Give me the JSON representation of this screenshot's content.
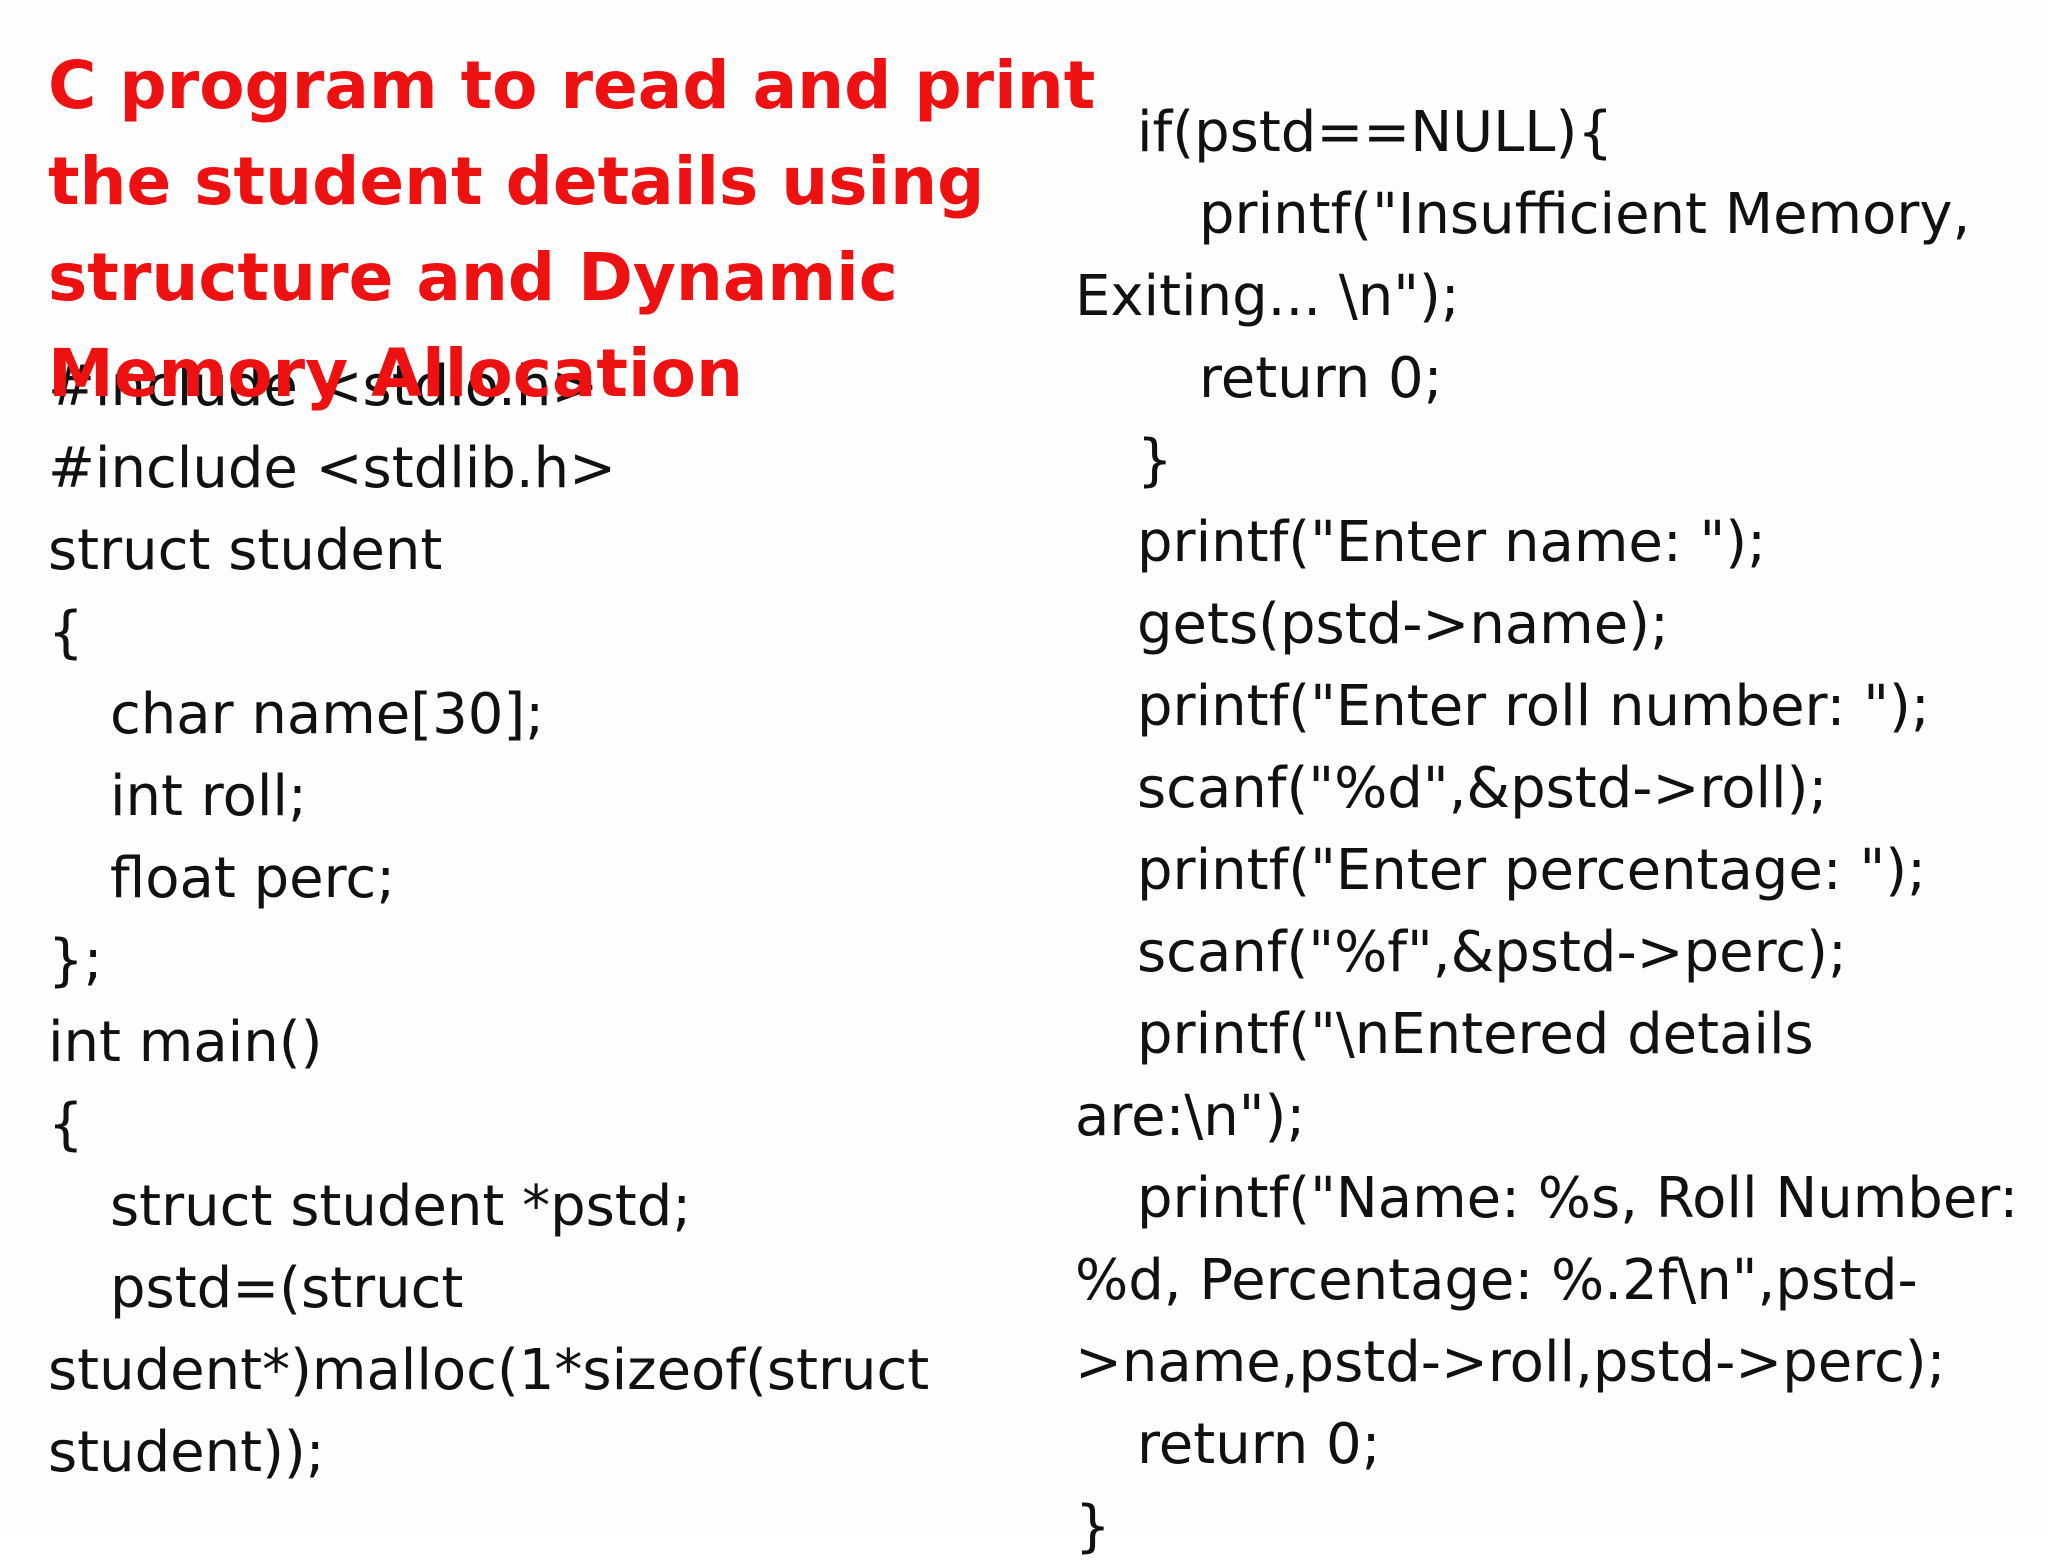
{
  "slide": {
    "title_lines": [
      "C program to read and print",
      "the student details using",
      "structure and Dynamic",
      "Memory Allocation"
    ],
    "left_code": [
      "#include <stdio.h>",
      "#include <stdlib.h>",
      "struct student",
      "{",
      "char name[30];",
      "int roll;",
      "float perc;",
      "};",
      "int main()",
      "{",
      "struct student *pstd;",
      "pstd=(struct",
      "student*)malloc(1*sizeof(struct",
      "student));"
    ],
    "right_code": [
      "if(pstd==NULL){",
      "printf(\"Insufficient Memory,",
      "Exiting... \\n\");",
      "return 0;",
      "}",
      "printf(\"Enter name: \");",
      "gets(pstd->name);",
      "printf(\"Enter roll number: \");",
      "scanf(\"%d\",&pstd->roll);",
      "printf(\"Enter percentage: \");",
      "scanf(\"%f\",&pstd->perc);",
      "printf(\"\\nEntered details",
      "are:\\n\");",
      "printf(\"Name: %s, Roll Number:",
      "%d, Percentage: %.2f\\n\",pstd-",
      ">name,pstd->roll,pstd->perc);",
      "return 0;",
      "}"
    ],
    "colors": {
      "title": "#ee1111",
      "code": "#111111",
      "background": "#fdfdfd"
    }
  }
}
